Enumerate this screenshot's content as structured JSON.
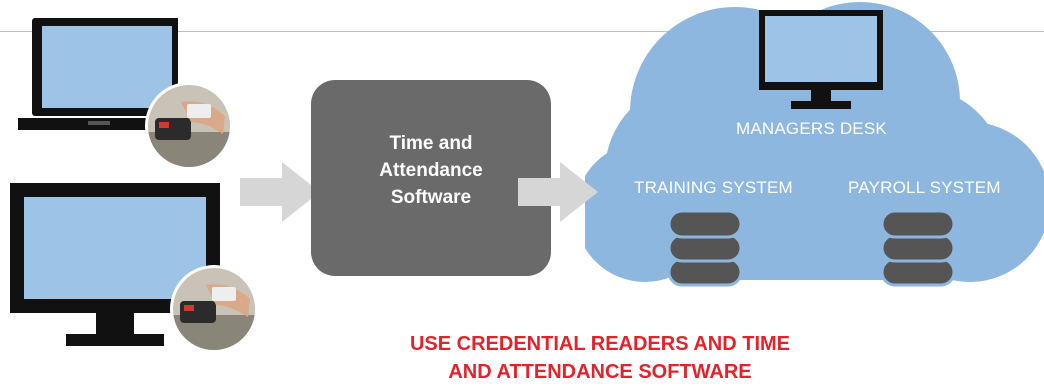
{
  "colors": {
    "cloud": "#8db7df",
    "box": "#6a6a6a",
    "arrow": "#d6d6d6",
    "screen": "#9dc3e6",
    "device": "#111111",
    "database": "#555555",
    "caption": "#e0242e"
  },
  "software_box": {
    "label": "Time and\nAttendance\nSoftware"
  },
  "cloud": {
    "managers_desk": "MANAGERS DESK",
    "training_system": "TRAINING SYSTEM",
    "payroll_system": "PAYROLL SYSTEM"
  },
  "caption": "USE CREDENTIAL READERS AND TIME\nAND ATTENDANCE SOFTWARE",
  "icons": [
    "laptop-icon",
    "desktop-monitor-icon",
    "card-reader-photo-icon",
    "arrow-right-icon",
    "cloud-icon",
    "database-icon"
  ]
}
